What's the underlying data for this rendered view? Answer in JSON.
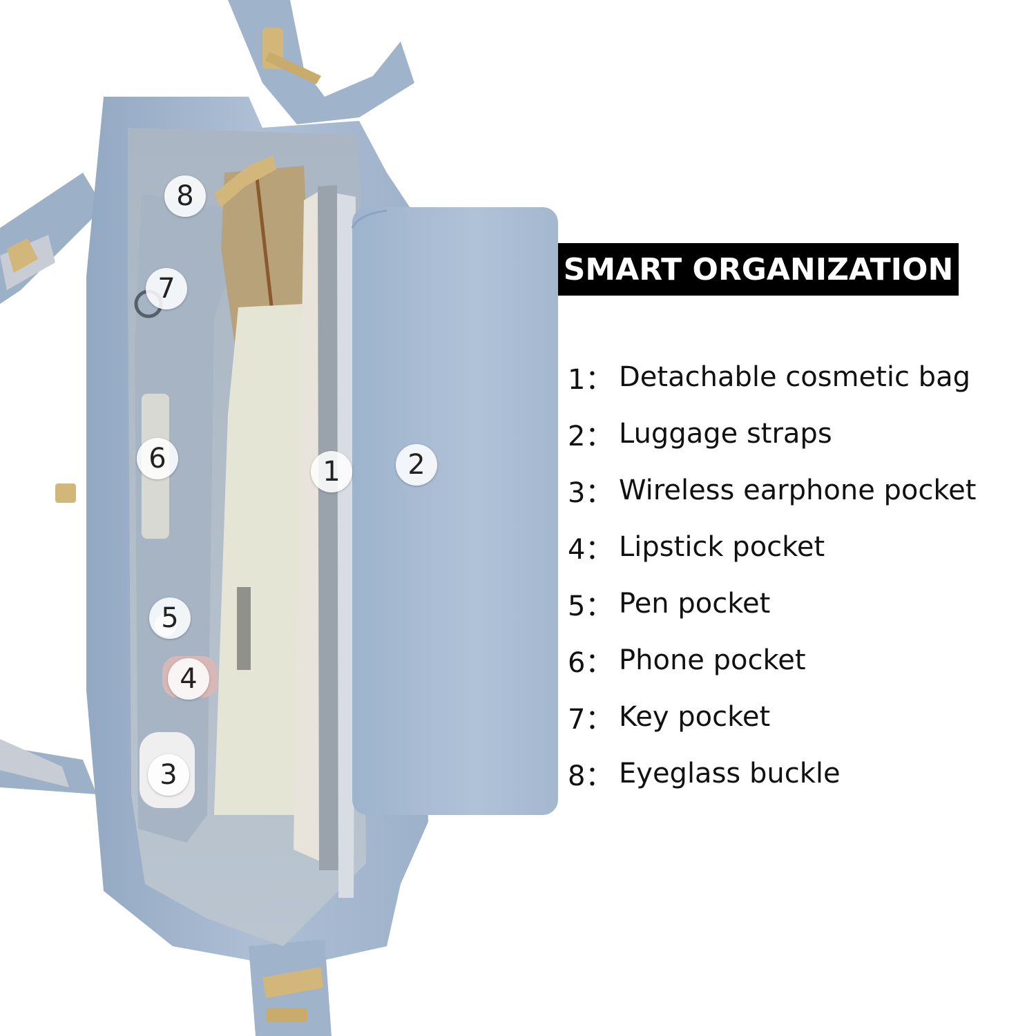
{
  "heading": "SMART ORGANIZATION",
  "legend": [
    {
      "num": "1：",
      "label": "Detachable cosmetic bag"
    },
    {
      "num": "2：",
      "label": "Luggage straps"
    },
    {
      "num": "3：",
      "label": "Wireless earphone pocket"
    },
    {
      "num": "4：",
      "label": "Lipstick pocket"
    },
    {
      "num": "5：",
      "label": "Pen pocket"
    },
    {
      "num": "6：",
      "label": "Phone pocket"
    },
    {
      "num": "7：",
      "label": "Key pocket"
    },
    {
      "num": "8：",
      "label": "Eyeglass buckle"
    }
  ],
  "markers": {
    "m1": "1",
    "m2": "2",
    "m3": "3",
    "m4": "4",
    "m5": "5",
    "m6": "6",
    "m7": "7",
    "m8": "8"
  },
  "colors": {
    "bag_leather": "#a9bcd4",
    "bag_shadow": "#8ea3bd",
    "lining": "#b4bfcb",
    "hardware_gold": "#d3b77a",
    "heading_bg": "#000000",
    "heading_text": "#ffffff"
  }
}
